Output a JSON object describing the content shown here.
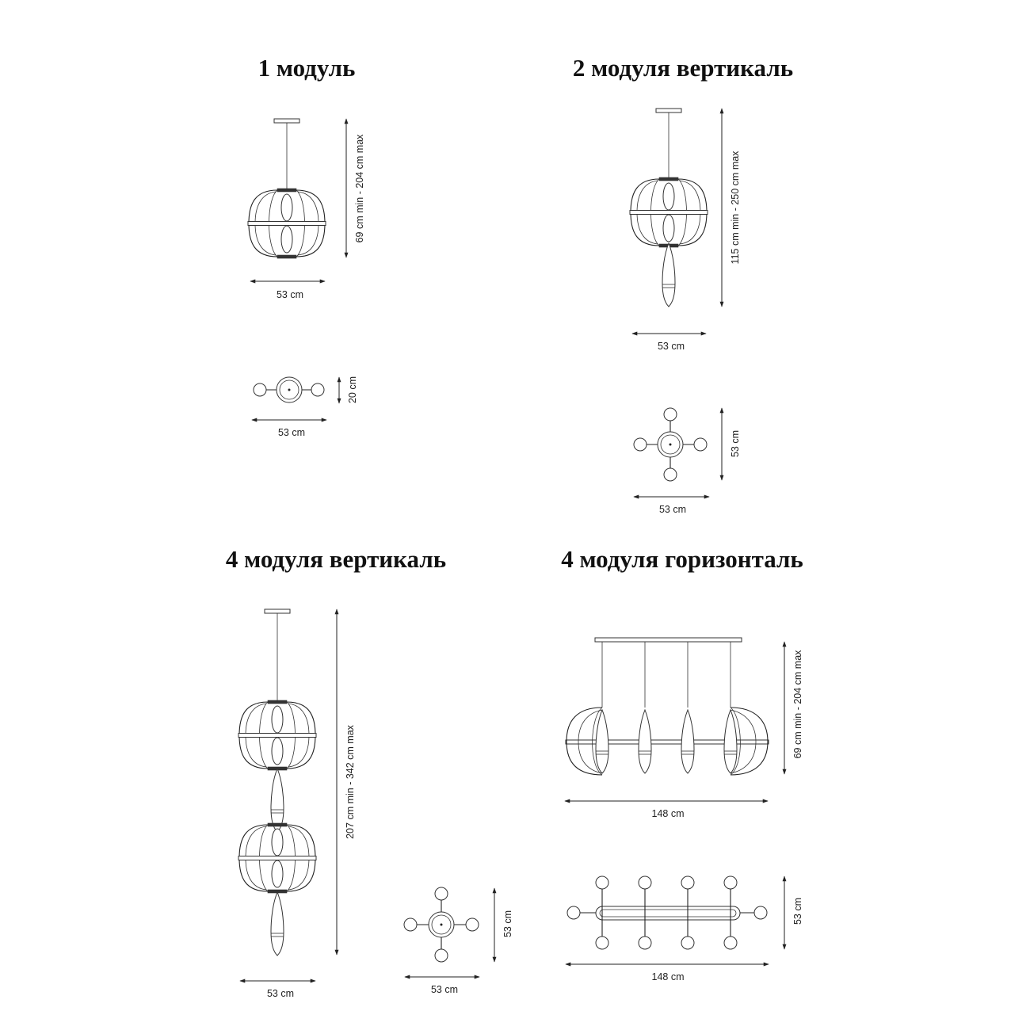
{
  "titles": {
    "one_module": "1 модуль",
    "two_vertical": "2 модуля вертикаль",
    "four_vertical": "4 модуля вертикаль",
    "four_horizontal": "4 модуля горизонталь"
  },
  "dimensions": {
    "one_module": {
      "height": "69 cm min - 204 cm max",
      "width_side": "53 cm",
      "width_top": "53 cm",
      "depth_top": "20 cm"
    },
    "two_vertical": {
      "height": "115 cm min - 250 cm max",
      "width_side": "53 cm",
      "width_top": "53 cm",
      "depth_top": "53 cm"
    },
    "four_vertical": {
      "height": "207 cm min - 342 cm max",
      "width_side": "53 cm",
      "width_top": "53 cm",
      "depth_top": "53 cm"
    },
    "four_horizontal": {
      "height": "69 cm min - 204 cm max",
      "width_side": "148 cm",
      "width_top": "148 cm",
      "depth_top": "53 cm"
    }
  }
}
